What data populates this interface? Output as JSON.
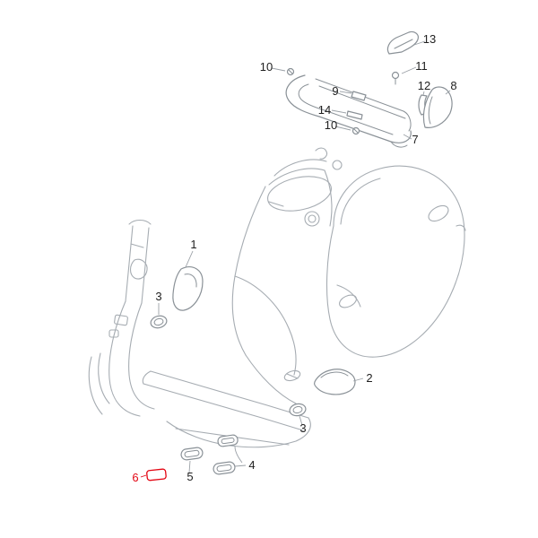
{
  "page": {
    "background_color": "#ffffff",
    "kind": "exploded-parts-diagram"
  },
  "diagram": {
    "subject": "scooter side covers and trim exploded view",
    "accent_red": "#e30613",
    "line_color": "#a6acb2",
    "part_line_color": "#8a9197",
    "text_color": "#1f1f1f",
    "callouts": [
      {
        "label": "13",
        "highlighted": false
      },
      {
        "label": "10",
        "highlighted": false
      },
      {
        "label": "11",
        "highlighted": false
      },
      {
        "label": "9",
        "highlighted": false
      },
      {
        "label": "12",
        "highlighted": false
      },
      {
        "label": "8",
        "highlighted": false
      },
      {
        "label": "14",
        "highlighted": false
      },
      {
        "label": "10",
        "highlighted": false
      },
      {
        "label": "7",
        "highlighted": false
      },
      {
        "label": "1",
        "highlighted": false
      },
      {
        "label": "3",
        "highlighted": false
      },
      {
        "label": "2",
        "highlighted": false
      },
      {
        "label": "3",
        "highlighted": false
      },
      {
        "label": "5",
        "highlighted": false
      },
      {
        "label": "4",
        "highlighted": false
      },
      {
        "label": "6",
        "highlighted": true
      }
    ]
  }
}
